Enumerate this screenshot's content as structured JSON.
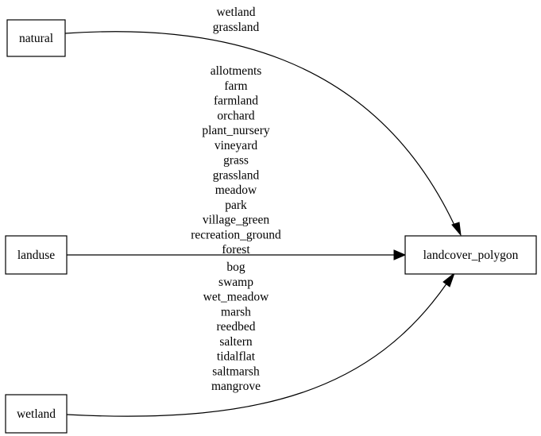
{
  "nodes": {
    "natural": "natural",
    "landuse": "landuse",
    "wetland": "wetland",
    "target": "landcover_polygon"
  },
  "edges": {
    "natural": {
      "source": "natural",
      "target": "landcover_polygon",
      "labels": [
        "wetland",
        "grassland"
      ]
    },
    "landuse": {
      "source": "landuse",
      "target": "landcover_polygon",
      "labels": [
        "allotments",
        "farm",
        "farmland",
        "orchard",
        "plant_nursery",
        "vineyard",
        "grass",
        "grassland",
        "meadow",
        "park",
        "village_green",
        "recreation_ground",
        "forest"
      ]
    },
    "wetland": {
      "source": "wetland",
      "target": "landcover_polygon",
      "labels": [
        "bog",
        "swamp",
        "wet_meadow",
        "marsh",
        "reedbed",
        "saltern",
        "tidalflat",
        "saltmarsh",
        "mangrove"
      ]
    }
  }
}
